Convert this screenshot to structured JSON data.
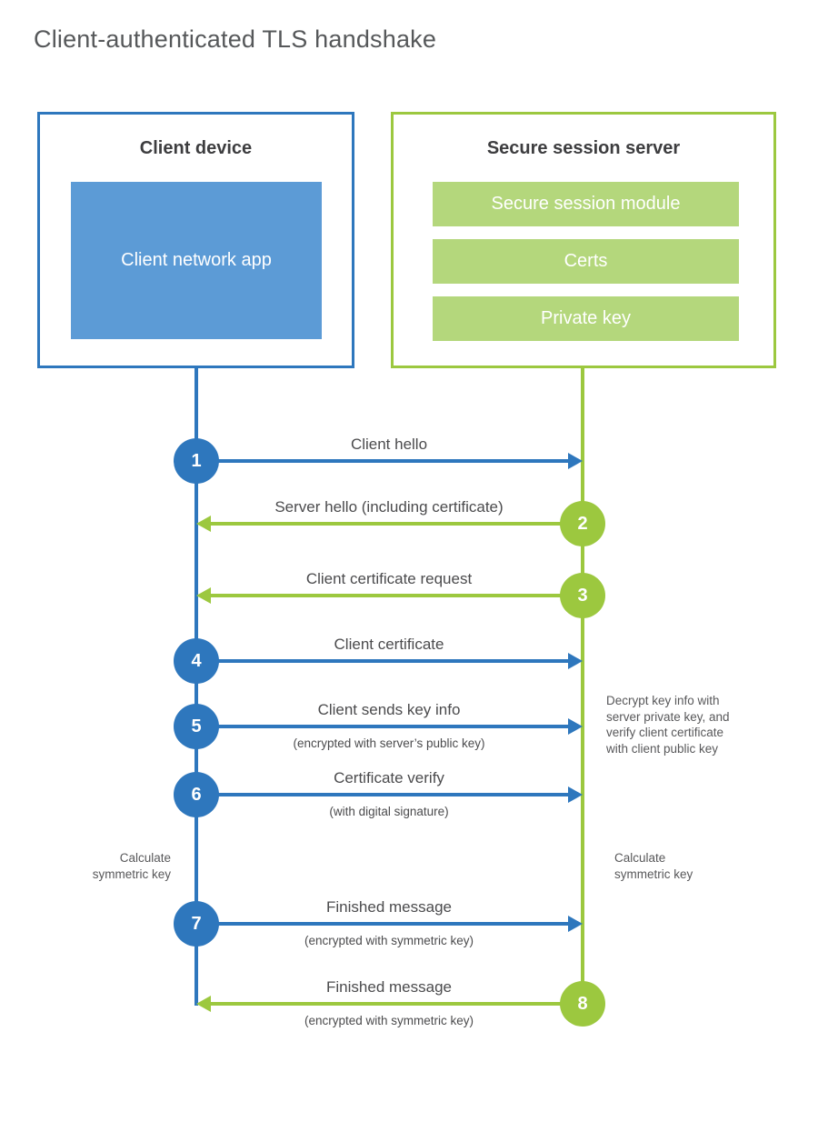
{
  "title": "Client-authenticated TLS handshake",
  "colors": {
    "blue": "#2E77BD",
    "blue_light": "#5C9BD6",
    "green": "#9CC83F",
    "green_light": "#B4D77C"
  },
  "client": {
    "title": "Client device",
    "app": "Client network app"
  },
  "server": {
    "title": "Secure session server",
    "modules": [
      "Secure session module",
      "Certs",
      "Private key"
    ]
  },
  "steps": [
    {
      "num": "1",
      "dir": "to-server",
      "label": "Client hello",
      "sublabel": ""
    },
    {
      "num": "2",
      "dir": "to-client",
      "label": "Server hello (including certificate)",
      "sublabel": ""
    },
    {
      "num": "3",
      "dir": "to-client",
      "label": "Client certificate request",
      "sublabel": ""
    },
    {
      "num": "4",
      "dir": "to-server",
      "label": "Client certificate",
      "sublabel": ""
    },
    {
      "num": "5",
      "dir": "to-server",
      "label": "Client sends key info",
      "sublabel": "(encrypted with server’s public key)"
    },
    {
      "num": "6",
      "dir": "to-server",
      "label": "Certificate verify",
      "sublabel": "(with digital signature)"
    },
    {
      "num": "7",
      "dir": "to-server",
      "label": "Finished message",
      "sublabel": "(encrypted with symmetric key)"
    },
    {
      "num": "8",
      "dir": "to-client",
      "label": "Finished message",
      "sublabel": "(encrypted with symmetric key)"
    }
  ],
  "notes": {
    "decrypt": "Decrypt key info with\nserver private key, and\nverify client certificate\nwith client public key",
    "calc_left": "Calculate\nsymmetric key",
    "calc_right": "Calculate\nsymmetric key"
  }
}
